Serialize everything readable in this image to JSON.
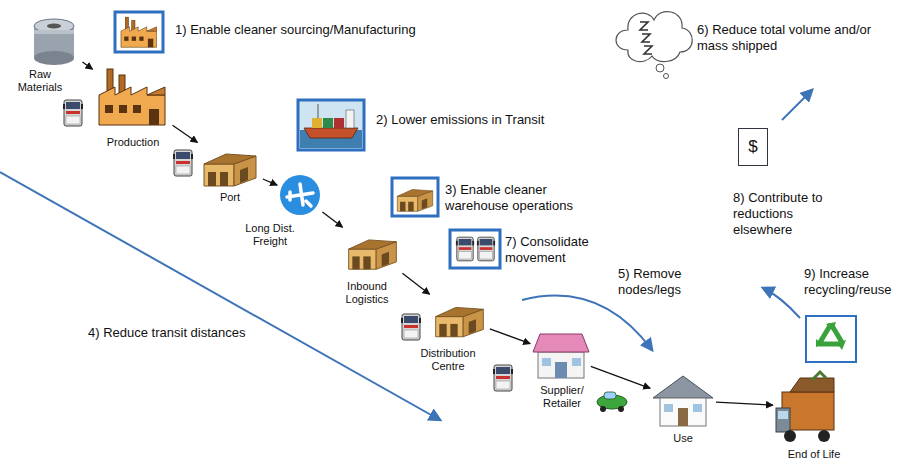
{
  "diagram": {
    "nodes": [
      {
        "text": [
          "Raw Materials"
        ]
      },
      {
        "text": [
          "Production"
        ]
      },
      {
        "text": [
          "Port"
        ]
      },
      {
        "text": [
          "Long Dist. Freight"
        ]
      },
      {
        "text": [
          "Inbound Logistics"
        ]
      },
      {
        "text": [
          "Distribution Centre"
        ]
      },
      {
        "text": [
          "Supplier/ Retailer"
        ]
      },
      {
        "text": [
          "Use"
        ]
      },
      {
        "text": [
          "End of Life"
        ]
      },
      {
        "text": [
          "$"
        ]
      }
    ],
    "edges": [
      {
        "from": 0,
        "to": 1,
        "arrow": "to"
      },
      {
        "from": 1,
        "to": 2,
        "arrow": "to"
      },
      {
        "from": 2,
        "to": 3,
        "arrow": "to"
      },
      {
        "from": 3,
        "to": 4,
        "arrow": "to"
      },
      {
        "from": 4,
        "to": 5,
        "arrow": "to"
      },
      {
        "from": 5,
        "to": 6,
        "arrow": "to"
      },
      {
        "from": 6,
        "to": 7,
        "arrow": "to"
      },
      {
        "from": 7,
        "to": 8,
        "arrow": "to"
      }
    ],
    "labels": [
      "1) Enable cleaner sourcing/Manufacturing",
      "2) Lower emissions in Transit",
      "3) Enable cleaner warehouse operations",
      "4) Reduce transit distances",
      "5) Remove nodes/legs",
      "6) Reduce total volume and/or mass shipped",
      "7) Consolidate movement",
      "8) Contribute to reductions elsewhere",
      "9) Increase recycling/reuse"
    ]
  }
}
